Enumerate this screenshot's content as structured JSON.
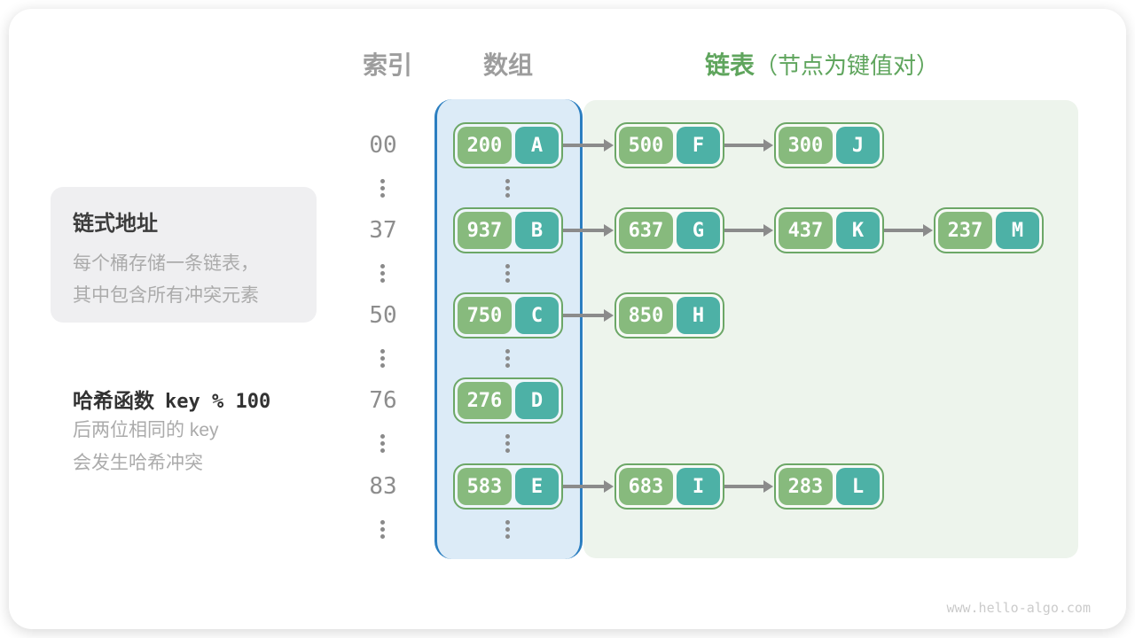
{
  "headers": {
    "index": "索引",
    "array": "数组",
    "list": "链表",
    "list_note": "（节点为键值对）"
  },
  "sidebar": {
    "box": {
      "title": "链式地址",
      "lines": [
        "每个桶存储一条链表，",
        "其中包含所有冲突元素"
      ]
    },
    "hash": {
      "title": "哈希函数",
      "formula": "key % 100",
      "lines": [
        "后两位相同的 key",
        "会发生哈希冲突"
      ]
    }
  },
  "diagram": {
    "rows": [
      {
        "index": "00",
        "bucket": {
          "key": "200",
          "value": "A"
        },
        "chain": [
          {
            "key": "500",
            "value": "F"
          },
          {
            "key": "300",
            "value": "J"
          }
        ]
      },
      {
        "index": "37",
        "bucket": {
          "key": "937",
          "value": "B"
        },
        "chain": [
          {
            "key": "637",
            "value": "G"
          },
          {
            "key": "437",
            "value": "K"
          },
          {
            "key": "237",
            "value": "M"
          }
        ]
      },
      {
        "index": "50",
        "bucket": {
          "key": "750",
          "value": "C"
        },
        "chain": [
          {
            "key": "850",
            "value": "H"
          }
        ]
      },
      {
        "index": "76",
        "bucket": {
          "key": "276",
          "value": "D"
        },
        "chain": []
      },
      {
        "index": "83",
        "bucket": {
          "key": "583",
          "value": "E"
        },
        "chain": [
          {
            "key": "683",
            "value": "I"
          },
          {
            "key": "283",
            "value": "L"
          }
        ]
      }
    ]
  },
  "colors": {
    "key_green": "#87ba7d",
    "value_teal": "#4db1a6",
    "node_border": "#6ca767",
    "array_border_blue": "#2b7ec0",
    "array_bg": "#dcebf7",
    "list_bg": "#edf4ec",
    "arrow_gray": "#8b8b8b",
    "header_green": "#5fa55d",
    "header_gray": "#9d9d9d"
  },
  "footer": {
    "watermark": "www.hello-algo.com"
  }
}
